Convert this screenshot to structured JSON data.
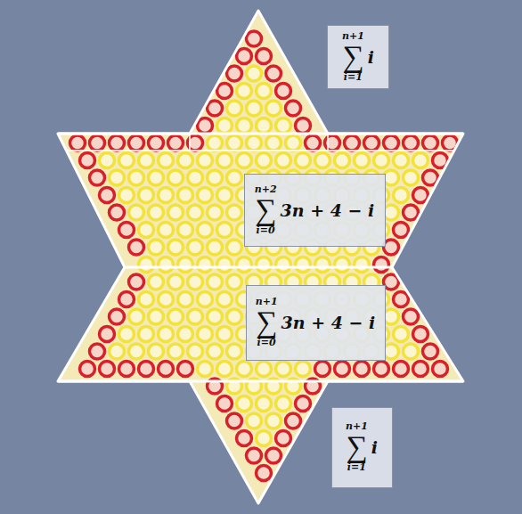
{
  "diagram": {
    "nodes": [
      {
        "text": [
          "n+1",
          "∑",
          "i=1",
          "i"
        ]
      },
      {
        "text": [
          "n+2",
          "∑",
          "i=0",
          "3n + 4 − i"
        ]
      },
      {
        "text": [
          "n+1",
          "∑",
          "i=0",
          "3n + 4 − i"
        ]
      },
      {
        "text": [
          "n+1",
          "∑",
          "i=1",
          "i"
        ]
      }
    ]
  }
}
